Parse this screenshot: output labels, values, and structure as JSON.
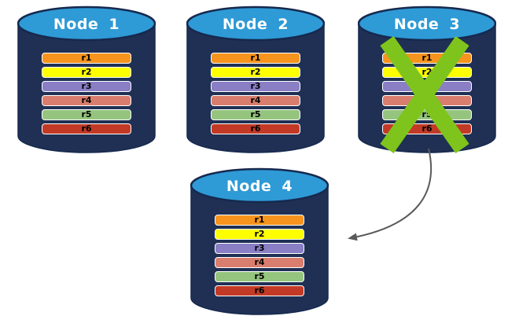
{
  "canvas": {
    "background": "#FFFFFF"
  },
  "colors": {
    "cylinder_body": "#1F3054",
    "cylinder_top": "#2E9AD6",
    "cylinder_outline": "#16294E",
    "bar_border": "#FFFFFF",
    "bar_text": "#000000",
    "node_title_text": "#FFFFFF"
  },
  "nodes": [
    {
      "label": "Node 1",
      "replicas": [
        {
          "label": "r1",
          "color": "#F7941D"
        },
        {
          "label": "r2",
          "color": "#FFFF00"
        },
        {
          "label": "r3",
          "color": "#8A7EC5"
        },
        {
          "label": "r4",
          "color": "#D97E6E"
        },
        {
          "label": "r5",
          "color": "#95C47E"
        },
        {
          "label": "r6",
          "color": "#C23A26"
        }
      ]
    },
    {
      "label": "Node 2",
      "replicas": [
        {
          "label": "r1",
          "color": "#F7941D"
        },
        {
          "label": "r2",
          "color": "#FFFF00"
        },
        {
          "label": "r3",
          "color": "#8A7EC5"
        },
        {
          "label": "r4",
          "color": "#D97E6E"
        },
        {
          "label": "r5",
          "color": "#95C47E"
        },
        {
          "label": "r6",
          "color": "#C23A26"
        }
      ]
    },
    {
      "label": "Node 3",
      "status": "failed",
      "replicas": [
        {
          "label": "r1",
          "color": "#F7941D"
        },
        {
          "label": "r2",
          "color": "#FFFF00"
        },
        {
          "label": "r3",
          "color": "#8A7EC5"
        },
        {
          "label": "r4",
          "color": "#D97E6E"
        },
        {
          "label": "r5",
          "color": "#95C47E"
        },
        {
          "label": "r6",
          "color": "#C23A26"
        }
      ]
    },
    {
      "label": "Node 4",
      "replicas": [
        {
          "label": "r1",
          "color": "#F7941D"
        },
        {
          "label": "r2",
          "color": "#FFFF00"
        },
        {
          "label": "r3",
          "color": "#8A7EC5"
        },
        {
          "label": "r4",
          "color": "#D97E6E"
        },
        {
          "label": "r5",
          "color": "#95C47E"
        },
        {
          "label": "r6",
          "color": "#C23A26"
        }
      ]
    }
  ],
  "failure": {
    "icon": "x-mark-icon",
    "color": "#7FC41C",
    "node": "Node 3"
  },
  "arrow": {
    "from": "Node 3",
    "to": "Node 4",
    "color": "#5A5A5A"
  }
}
